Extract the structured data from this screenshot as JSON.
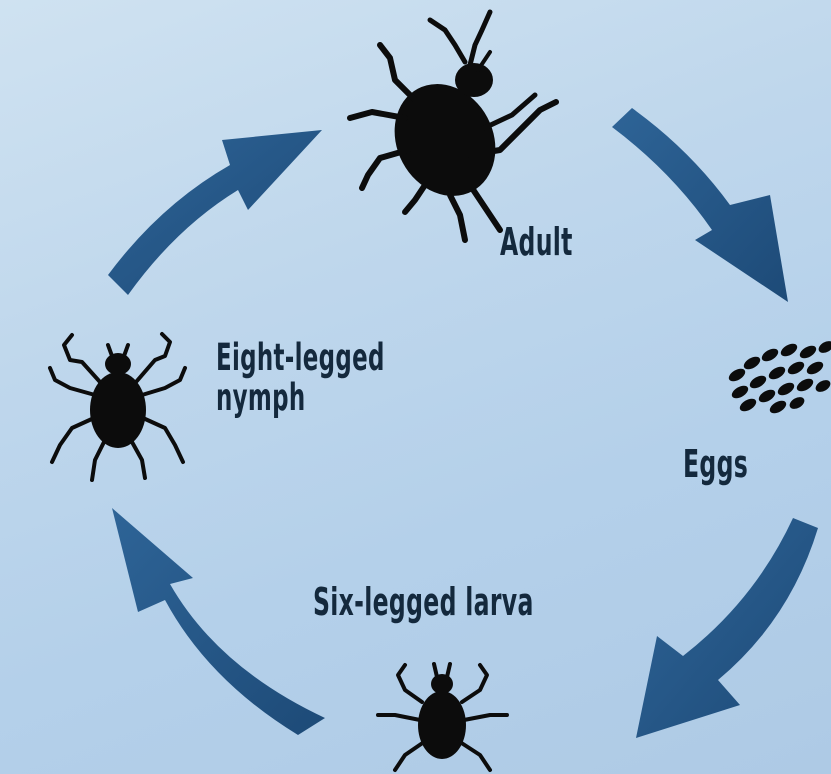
{
  "diagram": {
    "stages": {
      "adult": "Adult",
      "eggs": "Eggs",
      "larva": "Six-legged larva",
      "nymph_line1": "Eight-legged",
      "nymph_line2": "nymph"
    },
    "icons": {
      "adult": "adult-tick-icon",
      "eggs": "egg-cluster-icon",
      "larva": "larva-tick-icon",
      "nymph": "nymph-tick-icon"
    },
    "colors": {
      "arrow": "#2b5f8f",
      "arrow_dark": "#1f4c78",
      "silhouette": "#0c0c0c",
      "text": "#14293d"
    }
  }
}
